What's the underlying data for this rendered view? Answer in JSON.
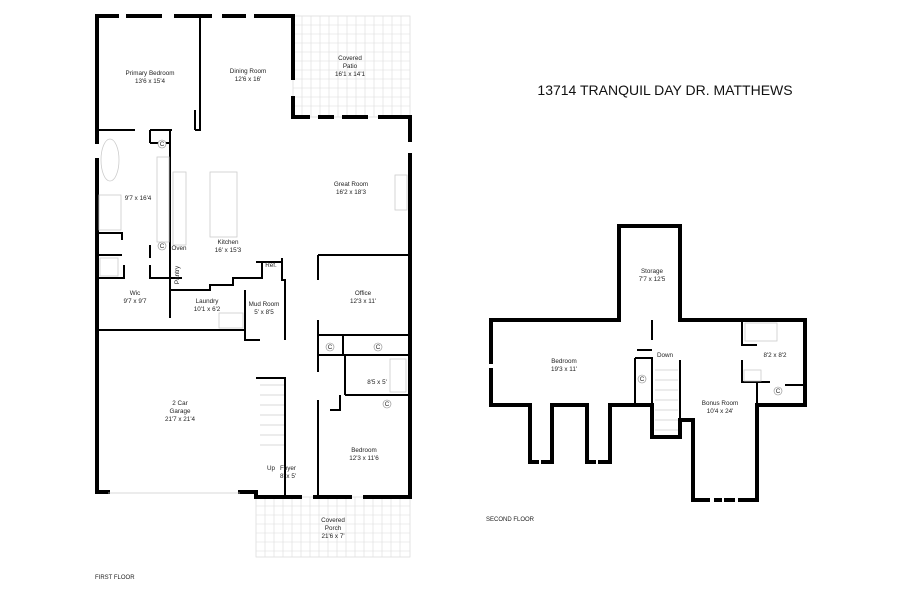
{
  "title": "13714 TRANQUIL DAY DR. MATTHEWS",
  "first_floor": {
    "caption": "FIRST FLOOR",
    "rooms": {
      "primary_bedroom": {
        "name": "Primary Bedroom",
        "size": "13'6 x 15'4"
      },
      "dining_room": {
        "name": "Dining Room",
        "size": "12'6 x 16'"
      },
      "covered_patio": {
        "name": "Covered",
        "name2": "Patio",
        "size": "16'1 x 14'1"
      },
      "primary_bath": {
        "size": "9'7 x 16'4"
      },
      "great_room": {
        "name": "Great Room",
        "size": "16'2 x 18'3"
      },
      "kitchen": {
        "name": "Kitchen",
        "size": "16' x 15'3"
      },
      "oven": "Oven",
      "pantry": "Pantry",
      "ref": "Ref.",
      "wic": {
        "name": "Wic",
        "size": "9'7 x 9'7"
      },
      "laundry": {
        "name": "Laundry",
        "size": "10'1 x 6'2"
      },
      "mud_room": {
        "name": "Mud Room",
        "size": "5' x 8'5"
      },
      "office": {
        "name": "Office",
        "size": "12'3 x 11'"
      },
      "garage": {
        "name": "2 Car",
        "name2": "Garage",
        "size": "21'7 x 21'4"
      },
      "bath": {
        "size": "8'5 x 5'"
      },
      "bedroom": {
        "name": "Bedroom",
        "size": "12'3 x 11'6"
      },
      "foyer": {
        "name": "Foyer",
        "size": "8' x 5'"
      },
      "stairs": "Up",
      "covered_porch": {
        "name": "Covered",
        "name2": "Porch",
        "size": "21'6 x 7'"
      },
      "closet": "C"
    }
  },
  "second_floor": {
    "caption": "SECOND FLOOR",
    "rooms": {
      "storage": {
        "name": "Storage",
        "size": "7'7 x 12'5"
      },
      "bedroom": {
        "name": "Bedroom",
        "size": "19'3 x 11'"
      },
      "stairs": "Down",
      "bonus_room": {
        "name": "Bonus Room",
        "size": "10'4 x 24'"
      },
      "bath": {
        "size": "8'2 x 8'2"
      },
      "closet": "C"
    }
  }
}
